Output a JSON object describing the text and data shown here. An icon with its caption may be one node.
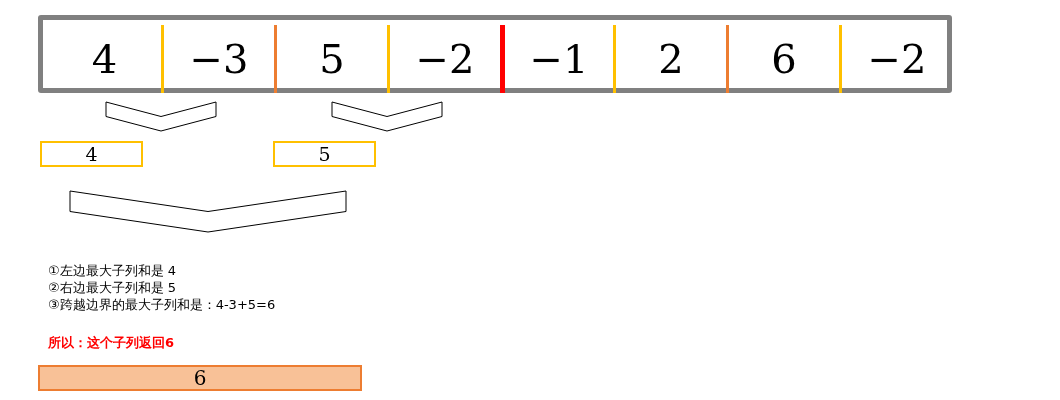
{
  "diagram": {
    "nodes": [
      {
        "text": [],
        "shape": "box"
      },
      {
        "text": [
          "4"
        ],
        "in": 0
      },
      {
        "text": [
          "−3"
        ],
        "in": 0
      },
      {
        "text": [
          "5"
        ],
        "in": 0
      },
      {
        "text": [
          "−2"
        ],
        "in": 0
      },
      {
        "text": [
          "−1"
        ],
        "in": 0
      },
      {
        "text": [
          "2"
        ],
        "in": 0
      },
      {
        "text": [
          "6"
        ],
        "in": 0
      },
      {
        "text": [
          "−2"
        ],
        "in": 0
      },
      {
        "text": [
          "4"
        ]
      },
      {
        "text": [
          "5"
        ]
      },
      {
        "text": [
          "6"
        ]
      }
    ],
    "labels": [
      "①左边最大子列和是 4",
      "②右边最大子列和是 5",
      "③跨越边界的最大子列和是：4-3+5=6",
      "所以：这个子列返回6"
    ]
  }
}
